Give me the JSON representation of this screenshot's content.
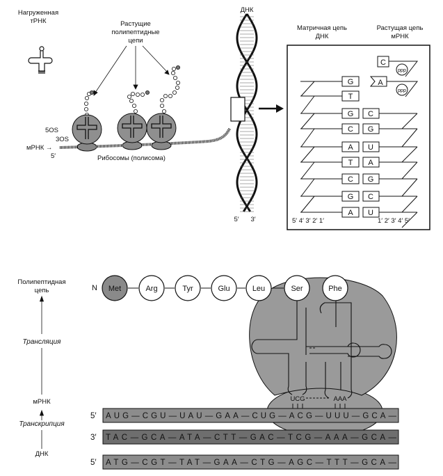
{
  "top": {
    "trna_label": [
      "Нагруженная",
      "тРНК"
    ],
    "growing_chains_label": [
      "Растущие",
      "полипептидные",
      "цепи"
    ],
    "subunit_large": "5OS",
    "subunit_small": "3OS",
    "mrna_label": "мРНК →",
    "five_prime": "5′",
    "polysome_label": "Рибосомы (полисома)",
    "dna_label": "ДНК",
    "helix_ends": [
      "5′",
      "3′"
    ]
  },
  "box": {
    "template_label": [
      "Матричная цепь",
      "ДНК"
    ],
    "growing_label": [
      "Растущая цепь",
      "мРНК"
    ],
    "incoming": [
      {
        "base": "C",
        "ppp": "ppp"
      },
      {
        "base": "A",
        "ppp": "ppp"
      }
    ],
    "pairs": [
      {
        "dna": "G",
        "rna": ""
      },
      {
        "dna": "T",
        "rna": ""
      },
      {
        "dna": "G",
        "rna": "C"
      },
      {
        "dna": "C",
        "rna": "G"
      },
      {
        "dna": "A",
        "rna": "U"
      },
      {
        "dna": "T",
        "rna": "A"
      },
      {
        "dna": "C",
        "rna": "G"
      },
      {
        "dna": "G",
        "rna": "C"
      },
      {
        "dna": "A",
        "rna": "U"
      }
    ],
    "left_primes": "5′ 4′ 3′ 2′ 1′",
    "right_primes": "1′ 2′ 3′ 4′ 5′"
  },
  "bottom": {
    "flow": {
      "polypeptide": [
        "Полипептидная",
        "цепь"
      ],
      "translation": "Трансляция",
      "mrna": "мРНК",
      "transcription": "Транскрипция",
      "dna": "ДНК"
    },
    "n_terminus": "N",
    "amino_acids": [
      "Met",
      "Arg",
      "Tyr",
      "Glu",
      "Leu",
      "Ser",
      "Phe"
    ],
    "anticodons": [
      "UCG",
      "AAA"
    ],
    "mrna": {
      "end": "5′",
      "codons": [
        "AUG",
        "CGU",
        "UAU",
        "GAA",
        "CUG",
        "ACG",
        "UUU",
        "GCA"
      ]
    },
    "dna_template": {
      "end": "3′",
      "codons": [
        "TAC",
        "GCA",
        "ATA",
        "CTT",
        "GAC",
        "TCG",
        "AAA",
        "GCA"
      ]
    },
    "dna_coding": {
      "end": "5′",
      "codons": [
        "ATG",
        "CGT",
        "TAT",
        "GAA",
        "CTG",
        "AGC",
        "TTT",
        "GCA"
      ]
    }
  },
  "colors": {
    "ribosome": "#9a9a9a",
    "mrna_bar": "#8c8c8c",
    "dna_bar": "#6e6e6e",
    "met": "#8a8a8a"
  }
}
